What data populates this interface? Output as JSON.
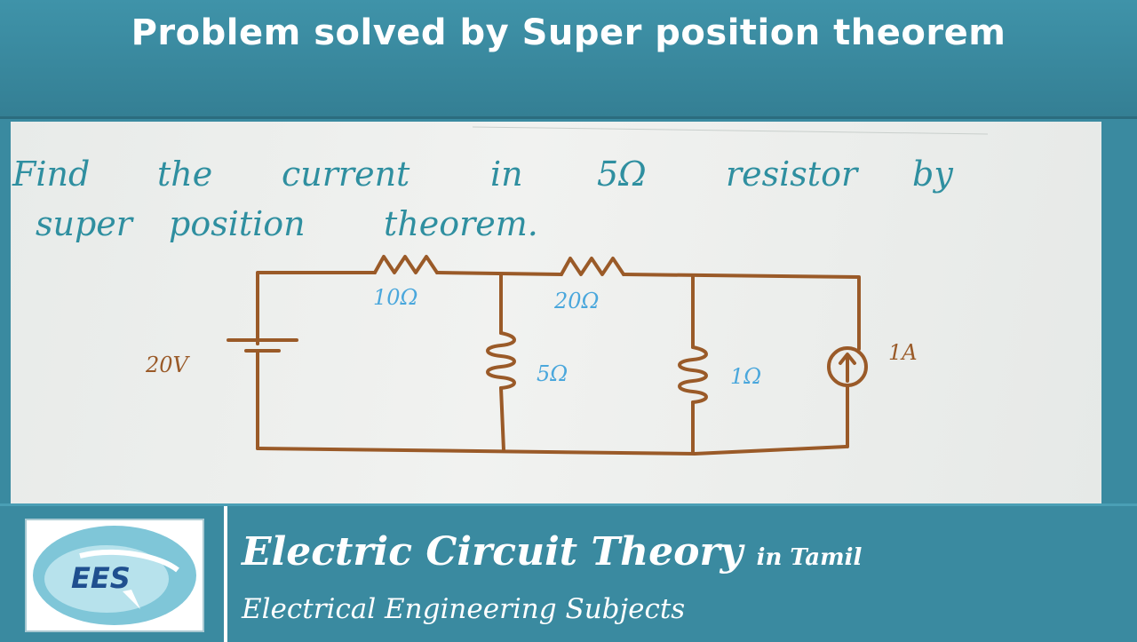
{
  "banner": {
    "title": "Problem solved by Super position theorem"
  },
  "problem": {
    "line1": [
      "Find",
      "the",
      "current",
      "in",
      "5Ω",
      "resistor",
      "by"
    ],
    "line2": [
      "super",
      "position",
      "theorem."
    ]
  },
  "circuit": {
    "source_voltage": "20V",
    "r_series_left": "10Ω",
    "r_series_right": "20Ω",
    "r_shunt_middle": "5Ω",
    "r_shunt_right": "1Ω",
    "current_source": "1A"
  },
  "footer": {
    "logo_text": "EES",
    "course_title": "Electric Circuit Theory",
    "course_suffix": "in Tamil",
    "subtitle": "Electrical Engineering Subjects"
  },
  "colors": {
    "banner": "#3a8aa0",
    "ink_teal": "#2f8fa0",
    "ink_brown": "#9a5a28",
    "label_blue": "#4aa7dc"
  }
}
